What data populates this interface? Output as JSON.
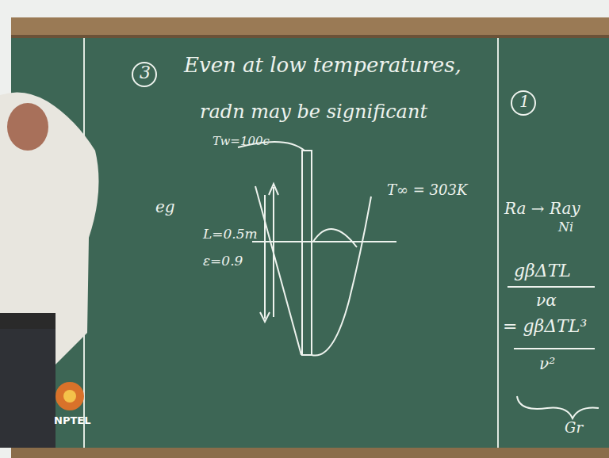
{
  "diagram": {
    "labels": [
      "3",
      "Even at low temperatures,",
      "radn may be significant",
      "Tw=100c",
      "eg",
      "L=0.5m",
      "ε=0.9",
      "T∞ = 303K",
      "1",
      "Ra → Ray",
      "Ni",
      "gβΔTL",
      "να",
      "= gβΔTL³",
      "ν²",
      "Gr",
      "NPTEL"
    ]
  }
}
